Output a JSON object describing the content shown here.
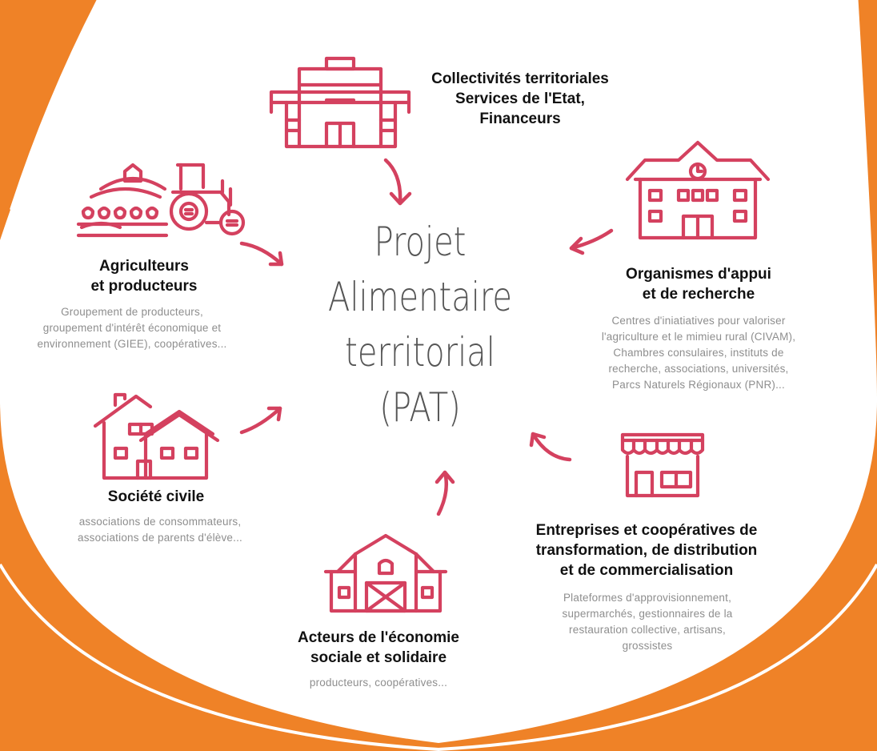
{
  "colors": {
    "background": "#ef8227",
    "panel": "#ffffff",
    "accent": "#d4415f",
    "title_text": "#111111",
    "description_text": "#8e8e8e"
  },
  "center": {
    "title": "Projet\nAlimentaire\nterritorial\n(PAT)"
  },
  "actors": {
    "collectivites": {
      "icon": "government-building-icon",
      "title": "Collectivités territoriales\nServices de l'Etat,\nFinanceurs"
    },
    "organismes": {
      "icon": "school-clock-building-icon",
      "title": "Organismes d'appui\net de recherche",
      "description": "Centres d'iniatiatives pour valoriser\nl'agriculture et le mimieu rural (CIVAM),\nChambres consulaires, instituts de\nrecherche, associations, universités,\nParcs Naturels Régionaux (PNR)..."
    },
    "entreprises": {
      "icon": "shop-awning-icon",
      "title": "Entreprises et coopératives de\ntransformation, de distribution\net de commercialisation",
      "description": "Plateformes d'approvisionnement,\nsupermarchés, gestionnaires de la\nrestauration collective, artisans,\ngrossistes"
    },
    "ess": {
      "icon": "barn-icon",
      "title": "Acteurs de l'économie\nsociale et solidaire",
      "description": "producteurs, coopératives..."
    },
    "societe": {
      "icon": "house-icon",
      "title": "Société civile",
      "description": "associations de consommateurs,\nassociations de parents d'élève..."
    },
    "agriculteurs": {
      "icon": "tractor-farm-icon",
      "title": "Agriculteurs\net producteurs",
      "description": "Groupement de producteurs,\ngroupement d'intérêt économique et\nenvironnement (GIEE), coopératives..."
    }
  }
}
